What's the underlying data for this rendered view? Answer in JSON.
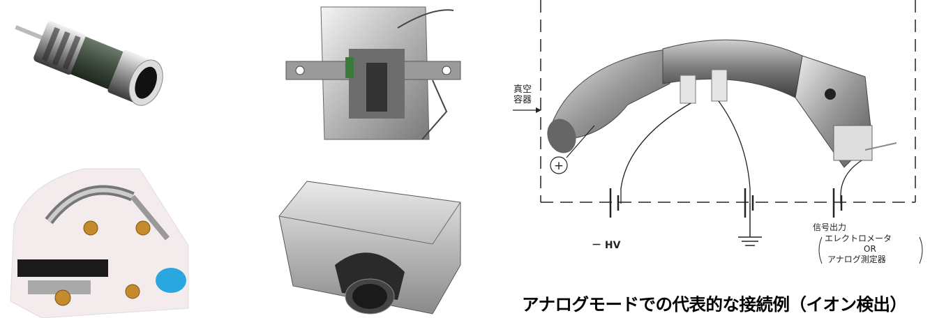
{
  "photos": {
    "top_left": "cylindrical-detector-photo",
    "top_middle": "mounted-detector-assembly-photo",
    "bottom_left": "curved-channeltron-board-photo",
    "bottom_middle": "shielded-detector-housing-photo"
  },
  "diagram": {
    "vacuum_label_line1": "真空",
    "vacuum_label_line2": "容器",
    "plus_symbol": "+",
    "hv_label": "－ HV",
    "output_line1": "信号出力",
    "output_line2": "エレクトロメータ",
    "output_line3": "OR",
    "output_line4": "アナログ測定器"
  },
  "caption": "アナログモードでの代表的な接続例（イオン検出）",
  "colors": {
    "metal_light": "#e8e8e8",
    "metal_dark": "#5a5a5a",
    "gold": "#c58a2c",
    "blue_cap": "#2aa7e0"
  }
}
